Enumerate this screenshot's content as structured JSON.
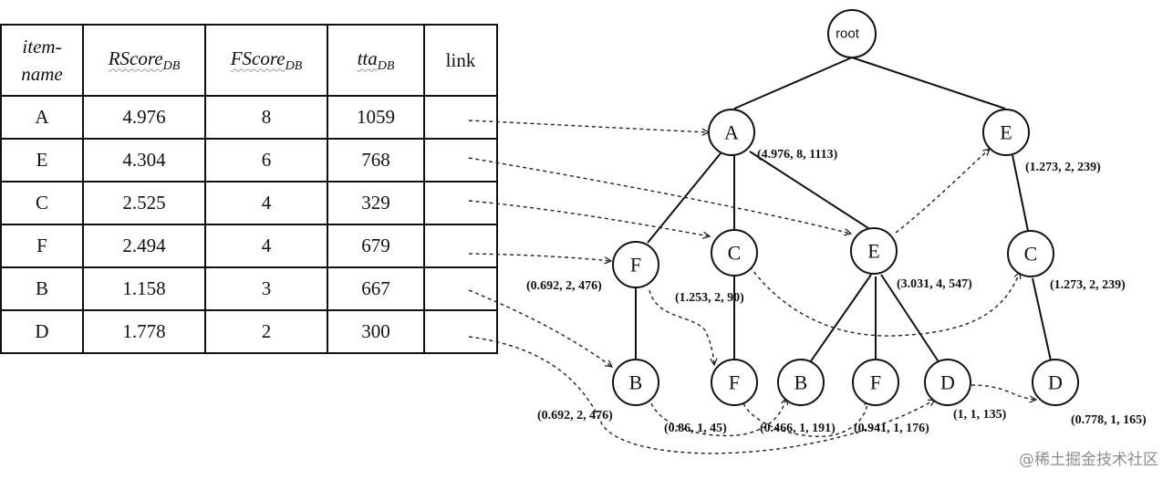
{
  "table": {
    "header": {
      "item_line1": "item-",
      "item_line2": "name",
      "rscore": "RScore",
      "fscore": "FScore",
      "tta": "tta",
      "sub": "DB",
      "link": "link"
    },
    "rows": [
      {
        "item": "A",
        "rscore": "4.976",
        "fscore": "8",
        "tta": "1059"
      },
      {
        "item": "E",
        "rscore": "4.304",
        "fscore": "6",
        "tta": "768"
      },
      {
        "item": "C",
        "rscore": "2.525",
        "fscore": "4",
        "tta": "329"
      },
      {
        "item": "F",
        "rscore": "2.494",
        "fscore": "4",
        "tta": "679"
      },
      {
        "item": "B",
        "rscore": "1.158",
        "fscore": "3",
        "tta": "667"
      },
      {
        "item": "D",
        "rscore": "1.778",
        "fscore": "2",
        "tta": "300"
      }
    ]
  },
  "tree": {
    "root": "root",
    "nodes": [
      {
        "id": "A1",
        "label": "A",
        "values": "(4.976, 8, 1113)"
      },
      {
        "id": "E1",
        "label": "E",
        "values": "(1.273, 2, 239)"
      },
      {
        "id": "F1",
        "label": "F",
        "values": "(0.692, 2, 476)"
      },
      {
        "id": "C1",
        "label": "C",
        "values": "(1.253, 2, 90)"
      },
      {
        "id": "E2",
        "label": "E",
        "values": "(3.031, 4, 547)"
      },
      {
        "id": "C2",
        "label": "C",
        "values": "(1.273, 2, 239)"
      },
      {
        "id": "B1",
        "label": "B",
        "values": "(0.692, 2, 476)"
      },
      {
        "id": "F2",
        "label": "F",
        "values": "(0.86, 1, 45)"
      },
      {
        "id": "B2",
        "label": "B",
        "values": "(0.466, 1, 191)"
      },
      {
        "id": "F3",
        "label": "F",
        "values": "(0.941, 1, 176)"
      },
      {
        "id": "D1",
        "label": "D",
        "values": "(1, 1, 135)"
      },
      {
        "id": "D2",
        "label": "D",
        "values": "(0.778, 1, 165)"
      }
    ]
  },
  "watermark": "@稀土掘金技术社区"
}
